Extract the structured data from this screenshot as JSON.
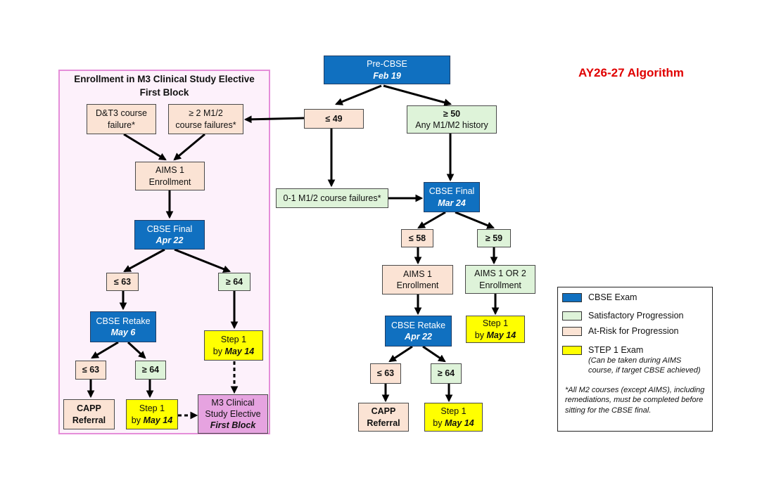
{
  "title": "AY26-27 Algorithm",
  "elective": {
    "title_line1": "Enrollment in M3 Clinical Study Elective",
    "title_line2": "First Block"
  },
  "nodes": {
    "pre_cbse": {
      "line1": "Pre-CBSE",
      "line2": "Feb 19"
    },
    "le49": {
      "line1": "≤ 49"
    },
    "ge50": {
      "line1": "≥ 50",
      "line2": "Any M1/M2 history"
    },
    "dt3": {
      "line1": "D&T3 course",
      "line2": "failure*"
    },
    "ge2_fail": {
      "line1": "≥ 2 M1/2",
      "line2": "course failures*"
    },
    "aims1_left": {
      "line1": "AIMS 1",
      "line2": "Enrollment"
    },
    "cbse_final_apr22": {
      "line1": "CBSE Final",
      "line2": "Apr 22"
    },
    "le63_a": {
      "line1": "≤ 63"
    },
    "ge64_a": {
      "line1": "≥ 64"
    },
    "cbse_retake_may6": {
      "line1": "CBSE Retake",
      "line2": "May 6"
    },
    "step1_left_top": {
      "line1": "Step 1",
      "line2a": "by ",
      "line2b": "May 14"
    },
    "le63_b": {
      "line1": "≤ 63"
    },
    "ge64_b": {
      "line1": "≥ 64"
    },
    "capp_left": {
      "line1": "CAPP",
      "line2": "Referral"
    },
    "step1_left_bottom": {
      "line1": "Step 1",
      "line2a": "by ",
      "line2b": "May 14"
    },
    "m3_elective": {
      "line1": "M3 Clinical",
      "line2": "Study Elective",
      "line3": "First Block"
    },
    "fail01": {
      "line1": "0-1 M1/2 course failures*"
    },
    "cbse_final_mar24": {
      "line1": "CBSE Final",
      "line2": "Mar 24"
    },
    "le58": {
      "line1": "≤ 58"
    },
    "ge59": {
      "line1": "≥ 59"
    },
    "aims1_mid": {
      "line1": "AIMS 1",
      "line2": "Enrollment"
    },
    "aims12": {
      "line1": "AIMS 1 OR 2",
      "line2": "Enrollment"
    },
    "step1_right": {
      "line1": "Step 1",
      "line2a": "by ",
      "line2b": "May 14"
    },
    "cbse_retake_apr22": {
      "line1": "CBSE Retake",
      "line2": "Apr 22"
    },
    "le63_c": {
      "line1": "≤ 63"
    },
    "ge64_c": {
      "line1": "≥ 64"
    },
    "capp_mid": {
      "line1": "CAPP",
      "line2": "Referral"
    },
    "step1_mid": {
      "line1": "Step 1",
      "line2a": "by ",
      "line2b": "May 14"
    }
  },
  "legend": {
    "items": [
      {
        "label": "CBSE Exam",
        "color": "#1070c0"
      },
      {
        "label": "Satisfactory Progression",
        "color": "#def3d9"
      },
      {
        "label": "At-Risk for Progression",
        "color": "#fbe3d4"
      },
      {
        "label": "STEP 1 Exam",
        "color": "#ffff00"
      }
    ],
    "step1_note": "(Can be taken during AIMS course, if target CBSE achieved)",
    "footnote": "*All M2 courses (except AIMS), including remediations, must be completed before sitting for the CBSE final."
  }
}
